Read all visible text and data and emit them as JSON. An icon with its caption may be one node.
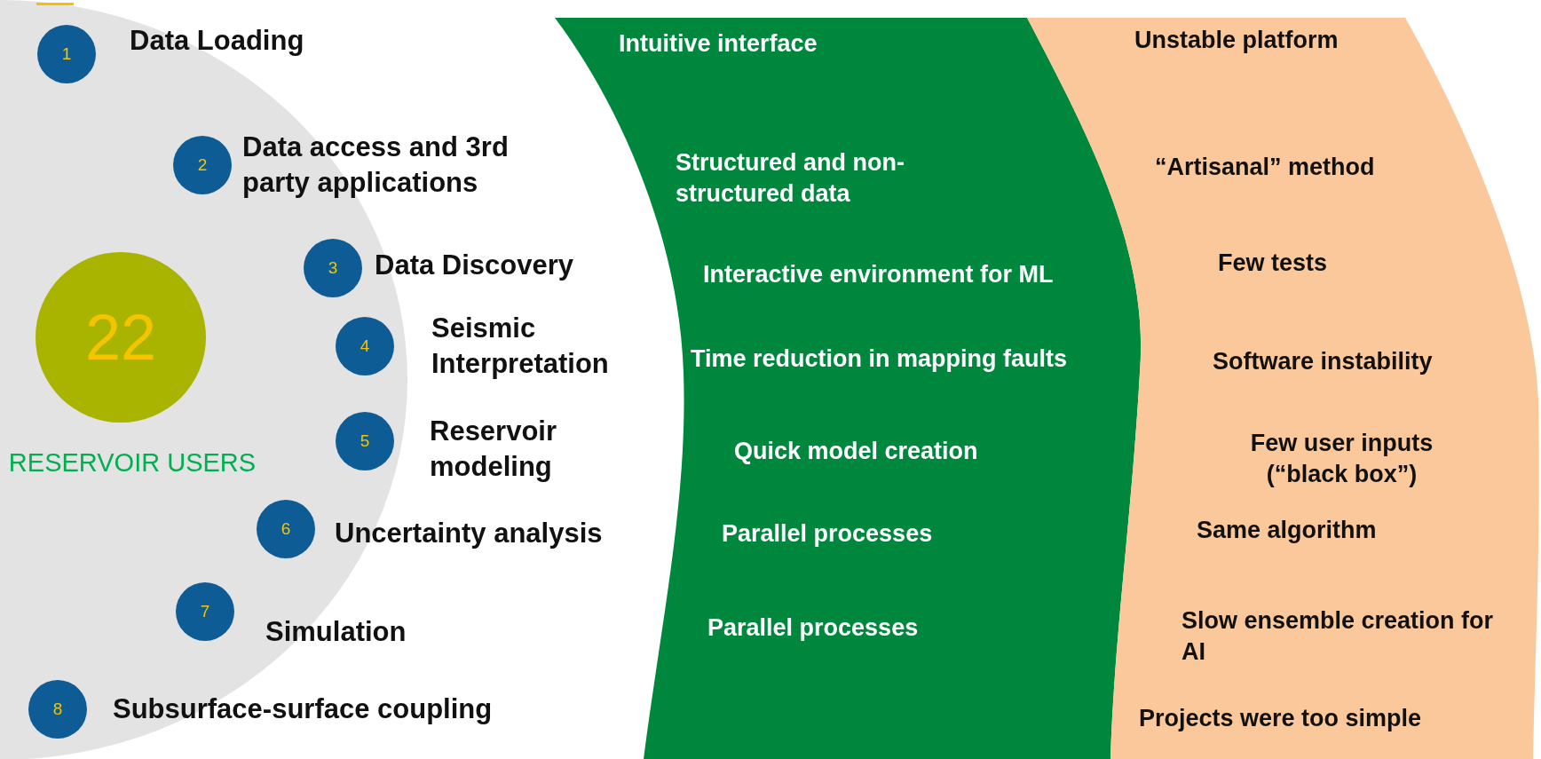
{
  "diagram": {
    "nodes": [
      {
        "text": [
          "1"
        ],
        "beside": [
          "Data Loading"
        ]
      },
      {
        "text": [
          "2"
        ],
        "beside": [
          "Data access and 3rd party applications"
        ]
      },
      {
        "text": [
          "3"
        ],
        "beside": [
          "Data Discovery"
        ]
      },
      {
        "text": [
          "4"
        ],
        "beside": [
          "Seismic Interpretation"
        ]
      },
      {
        "text": [
          "5"
        ],
        "beside": [
          "Reservoir modeling"
        ]
      },
      {
        "text": [
          "6"
        ],
        "beside": [
          "Uncertainty analysis"
        ]
      },
      {
        "text": [
          "7"
        ],
        "beside": [
          "Simulation"
        ]
      },
      {
        "text": [
          "8"
        ],
        "beside": [
          "Subsurface-surface coupling"
        ]
      },
      {
        "text": [
          "22"
        ],
        "beside": [
          "RESERVOIR USERS"
        ]
      }
    ],
    "labels": [
      "Intuitive interface",
      "Structured and non-structured data",
      "Interactive environment for ML",
      "Time reduction in mapping faults",
      "Quick model creation",
      "Parallel processes",
      "Parallel processes",
      "Unstable platform",
      "“Artisanal” method",
      "Few tests",
      "Software instability",
      "Few user inputs (“black box”)",
      "Same algorithm",
      "Slow ensemble creation for AI",
      "Projects were too simple"
    ]
  }
}
